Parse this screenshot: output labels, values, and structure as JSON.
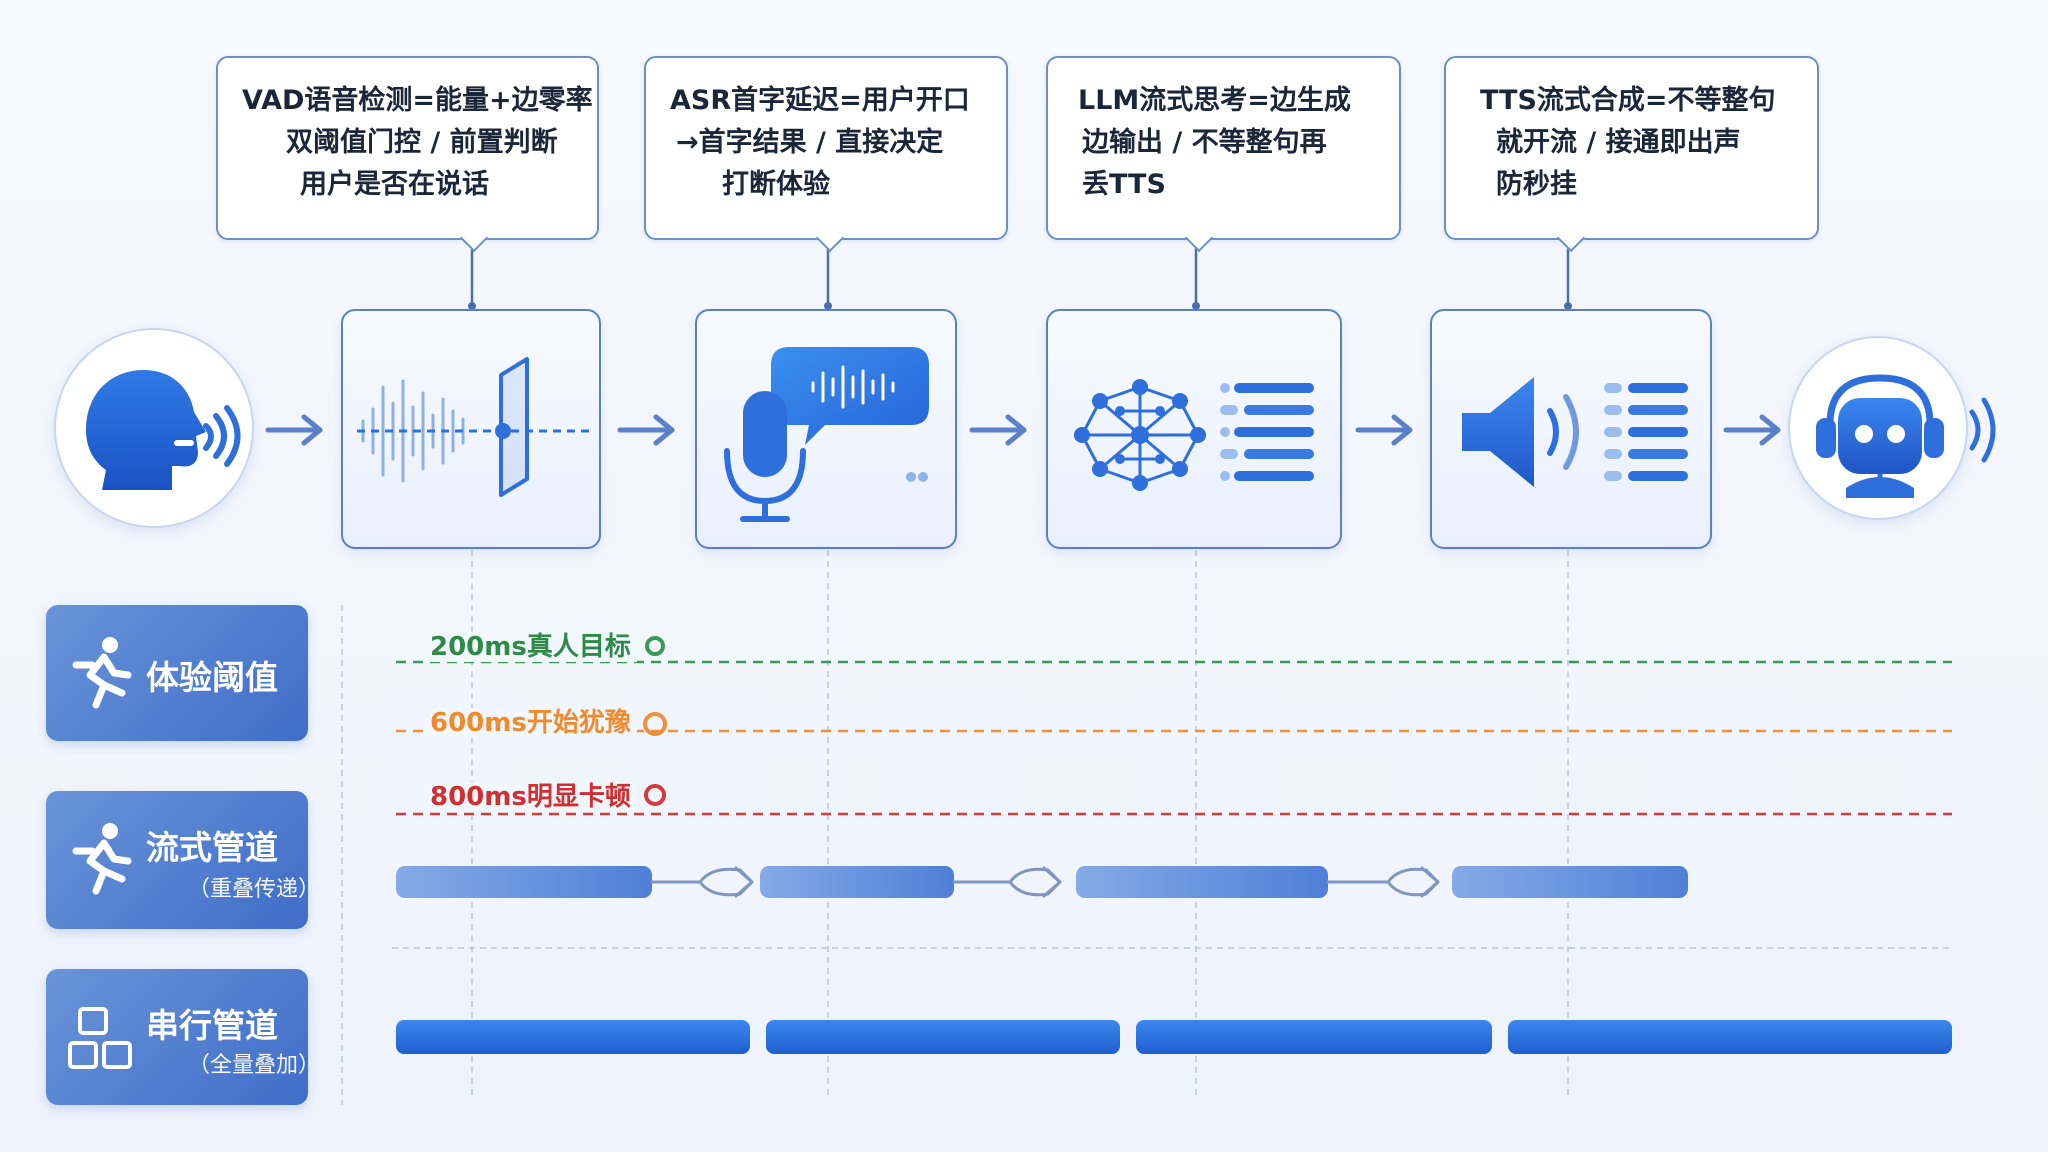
{
  "colors": {
    "accent": "#2f6fdc",
    "card_border": "#5d80c4",
    "threshold_good": "#3a9a55",
    "threshold_warn": "#f0903a",
    "threshold_bad": "#d63a3a"
  },
  "callouts": [
    {
      "lines": [
        "VAD语音检测=能量+边零率",
        "双阈值门控 / 前置判断",
        "用户是否在说话"
      ]
    },
    {
      "lines": [
        "ASR首字延迟=用户开口",
        "→首字结果 / 直接决定",
        "打断体验"
      ]
    },
    {
      "lines": [
        "LLM流式思考=边生成",
        "边输出 / 不等整句再",
        "丢TTS"
      ]
    },
    {
      "lines": [
        "TTS流式合成=不等整句",
        "就开流 / 接通即出声",
        "防秒挂"
      ]
    }
  ],
  "nodes": [
    {
      "icon": "speaking-head-icon"
    },
    {
      "icon": "vad-waveform-gate-icon"
    },
    {
      "icon": "microphone-speech-bubble-icon"
    },
    {
      "icon": "neural-network-icon"
    },
    {
      "icon": "speaker-icon"
    },
    {
      "icon": "robot-headset-icon"
    }
  ],
  "rows": {
    "experience_threshold": {
      "title": "体验阈值",
      "icon": "running-person-icon"
    },
    "streaming_pipeline": {
      "title": "流式管道",
      "subtitle": "（重叠传递）",
      "icon": "running-person-icon"
    },
    "serial_pipeline": {
      "title": "串行管道",
      "subtitle": "（全量叠加）",
      "icon": "grid-blocks-icon"
    }
  },
  "thresholds": [
    {
      "label": "200ms真人目标",
      "color": "#3a9a55"
    },
    {
      "label": "600ms开始犹豫",
      "color": "#f0903a"
    },
    {
      "label": "800ms明显卡顿",
      "color": "#d63a3a"
    }
  ]
}
